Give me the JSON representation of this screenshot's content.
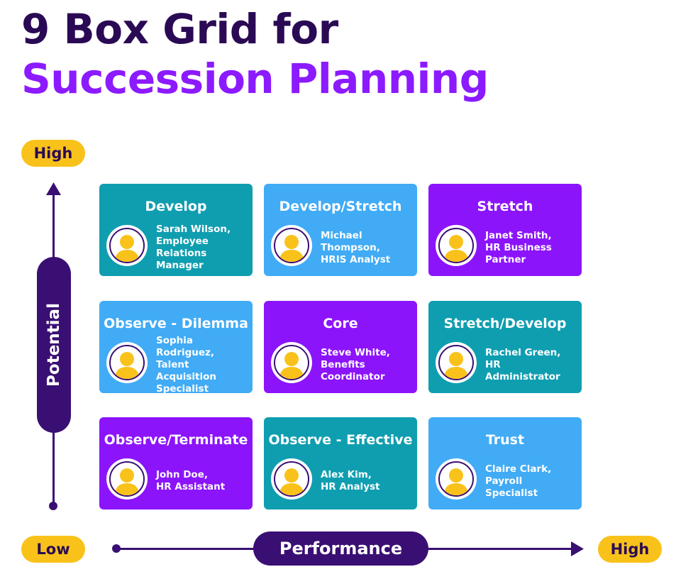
{
  "title": {
    "line1": "9 Box Grid for",
    "line2": "Succession Planning"
  },
  "axes": {
    "y_high": "High",
    "y_label": "Potential",
    "x_low": "Low",
    "x_label": "Performance",
    "x_high": "High"
  },
  "colors": {
    "teal": "#0f9eb0",
    "blue": "#41abf5",
    "purple": "#8c14fb",
    "dark": "#3a0f73",
    "yellow": "#f9c21b"
  },
  "boxes": [
    {
      "title": "Develop",
      "person": "Sarah Wilson,\nEmployee\nRelations Manager",
      "color": "teal",
      "icon": "person-icon"
    },
    {
      "title": "Develop/Stretch",
      "person": "Michael\nThompson,\nHRIS Analyst",
      "color": "blue",
      "icon": "person-icon"
    },
    {
      "title": "Stretch",
      "person": "Janet Smith,\nHR Business\nPartner",
      "color": "purple",
      "icon": "person-icon"
    },
    {
      "title": "Observe - Dilemma",
      "person": "Sophia Rodriguez,\nTalent Acquisition\nSpecialist",
      "color": "blue",
      "icon": "person-icon"
    },
    {
      "title": "Core",
      "person": "Steve White,\nBenefits\nCoordinator",
      "color": "purple",
      "icon": "person-icon"
    },
    {
      "title": "Stretch/Develop",
      "person": "Rachel Green,\nHR Administrator",
      "color": "teal",
      "icon": "person-icon"
    },
    {
      "title": "Observe/Terminate",
      "person": "John Doe,\nHR Assistant",
      "color": "purple",
      "icon": "person-icon"
    },
    {
      "title": "Observe - Effective",
      "person": "Alex Kim,\nHR Analyst",
      "color": "teal",
      "icon": "person-icon"
    },
    {
      "title": "Trust",
      "person": "Claire Clark,\nPayroll Specialist",
      "color": "blue",
      "icon": "person-icon"
    }
  ]
}
